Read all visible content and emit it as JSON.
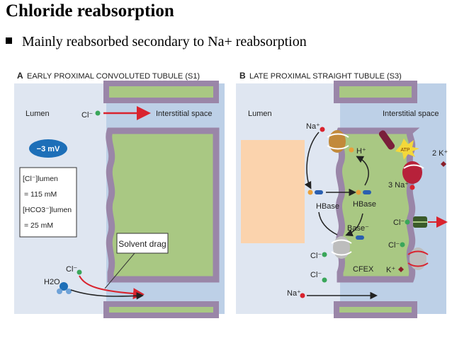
{
  "slide": {
    "title": "Chloride reabsorption",
    "bullet": "Mainly reabsorbed secondary to Na+ reabsorption"
  },
  "colors": {
    "lumen_bg": "#dfe6f1",
    "interstitial_bg": "#bdd0e7",
    "cell_fill": "#a9c883",
    "membrane": "#9a86a8",
    "arrow_red": "#d9232e",
    "panel_b_highlight": "#fbd3ad",
    "voltage_badge": "#1d6fb8"
  },
  "panel_a": {
    "heading": "EARLY PROXIMAL CONVOLUTED TUBULE (S1)",
    "letter": "A",
    "lumen_label": "Lumen",
    "cl_label": "Cl⁻",
    "interstitial_label": "Interstitial space",
    "voltage": "−3 mV",
    "conc_box": {
      "line1": "[Cl⁻]lumen",
      "line2": "= 115 mM",
      "line3": "[HCO3⁻]lumen",
      "line4": "= 25 mM"
    },
    "solvent_drag": "Solvent drag",
    "bottom_cl": "Cl⁻",
    "h2o": "H2O"
  },
  "panel_b": {
    "heading": "LATE PROXIMAL STRAIGHT TUBULE (S3)",
    "letter": "B",
    "lumen_label": "Lumen",
    "interstitial_label": "Interstitial space",
    "na_top": "Na⁺",
    "h_plus": "H⁺",
    "atp": "ATP",
    "two_k": "2 K⁺",
    "three_na": "3 Na⁺",
    "hbase_left": "HBase",
    "hbase_right": "HBase",
    "base_minus": "Base⁻",
    "cl_lumen": "Cl⁻",
    "cfex": "CFEX",
    "cl_basolateral_1": "Cl⁻",
    "cl_basolateral_2": "Cl⁻",
    "k_plus": "K⁺",
    "cl_bottom": "Cl⁻",
    "na_bottom": "Na⁺"
  }
}
